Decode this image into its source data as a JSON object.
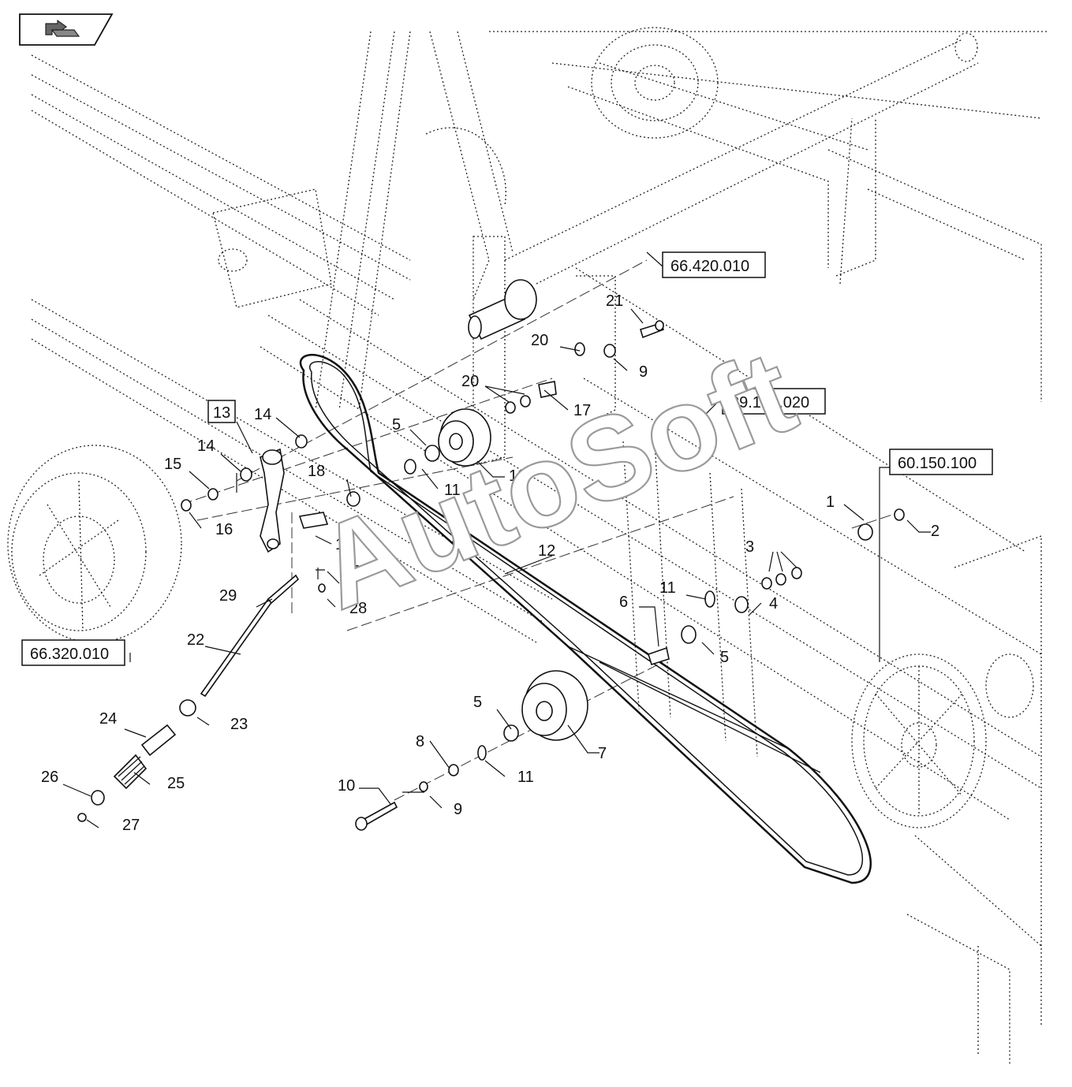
{
  "diagram": {
    "back_button": {
      "icon": "return-arrow-icon"
    },
    "watermark": "AutoSoft",
    "reference_labels": [
      {
        "id": "ref-66-420-010",
        "text": "66.420.010"
      },
      {
        "id": "ref-39-100-020",
        "text": "39.100.020"
      },
      {
        "id": "ref-60-150-100",
        "text": "60.150.100"
      },
      {
        "id": "ref-66-320-010",
        "text": "66.320.010"
      }
    ],
    "part_callouts": [
      "1",
      "2",
      "3",
      "4",
      "5",
      "5",
      "5",
      "6",
      "7",
      "8",
      "9",
      "9",
      "10",
      "11",
      "11",
      "11",
      "12",
      "13",
      "14",
      "14",
      "15",
      "16",
      "17",
      "17",
      "18",
      "19",
      "20",
      "20",
      "21",
      "22",
      "23",
      "24",
      "25",
      "26",
      "27",
      "28",
      "29",
      "30"
    ]
  }
}
